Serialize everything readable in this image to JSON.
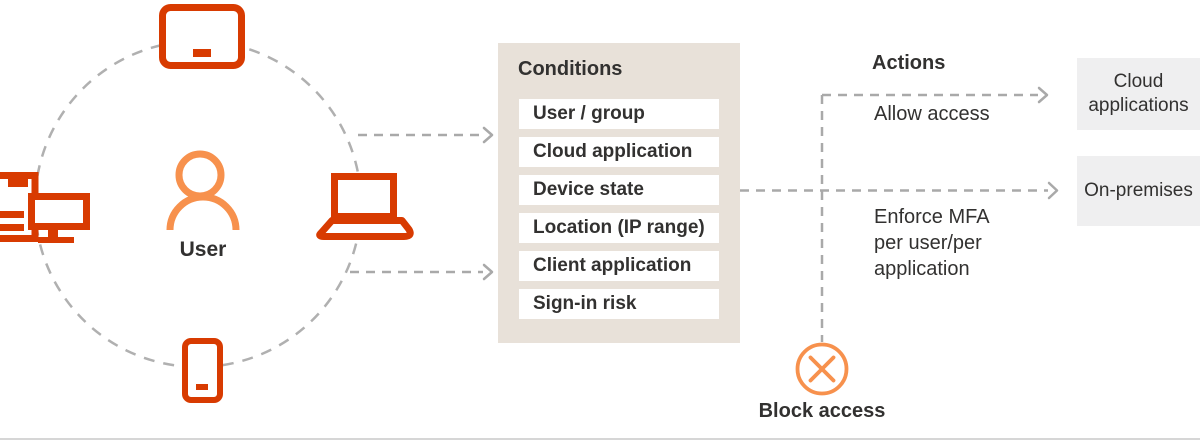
{
  "diagram": {
    "title_context": "Conditional access diagram",
    "user": {
      "label": "User"
    },
    "devices": [
      "tablet",
      "desktop",
      "laptop",
      "phone"
    ],
    "conditions": {
      "title": "Conditions",
      "items": [
        "User / group",
        "Cloud application",
        "Device state",
        "Location (IP range)",
        "Client application",
        "Sign-in risk"
      ]
    },
    "actions": {
      "title": "Actions",
      "allow_label": "Allow access",
      "enforce_label": "Enforce MFA\nper user/per\napplication",
      "block_label": "Block access"
    },
    "targets": {
      "cloud_label": "Cloud\napplications",
      "on_premises_label": "On-premises"
    },
    "colors": {
      "device_icon": "#d83b01",
      "user_icon": "#f7914d",
      "block_icon": "#f7914d",
      "dashed_line": "#a9a9a9",
      "circle_dash": "#b0b0b0",
      "conditions_bg": "#e8e1d9",
      "condition_row_bg": "#ffffff",
      "target_bg": "#efeff0",
      "text": "#323130",
      "bottom_rule": "#d6d6d6"
    }
  }
}
